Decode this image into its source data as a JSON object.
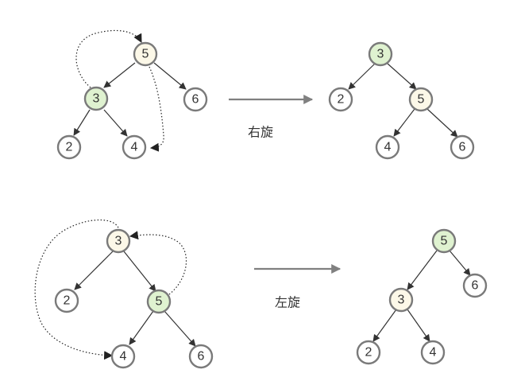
{
  "colors": {
    "node_default": "#ffffff",
    "node_cream": "#fcf8e8",
    "node_green": "#dff2d0",
    "node_border": "#7a7a7a",
    "edge": "#333333",
    "arrow": "#808080"
  },
  "right_rotation": {
    "caption": "右旋",
    "before": {
      "nodes": [
        {
          "label": "5",
          "fill": "cream"
        },
        {
          "label": "3",
          "fill": "green"
        },
        {
          "label": "6",
          "fill": "white"
        },
        {
          "label": "2",
          "fill": "white"
        },
        {
          "label": "4",
          "fill": "white"
        }
      ]
    },
    "after": {
      "nodes": [
        {
          "label": "3",
          "fill": "green"
        },
        {
          "label": "2",
          "fill": "white"
        },
        {
          "label": "5",
          "fill": "cream"
        },
        {
          "label": "4",
          "fill": "white"
        },
        {
          "label": "6",
          "fill": "white"
        }
      ]
    }
  },
  "left_rotation": {
    "caption": "左旋",
    "before": {
      "nodes": [
        {
          "label": "3",
          "fill": "cream"
        },
        {
          "label": "2",
          "fill": "white"
        },
        {
          "label": "5",
          "fill": "green"
        },
        {
          "label": "4",
          "fill": "white"
        },
        {
          "label": "6",
          "fill": "white"
        }
      ]
    },
    "after": {
      "nodes": [
        {
          "label": "5",
          "fill": "green"
        },
        {
          "label": "3",
          "fill": "cream"
        },
        {
          "label": "6",
          "fill": "white"
        },
        {
          "label": "2",
          "fill": "white"
        },
        {
          "label": "4",
          "fill": "white"
        }
      ]
    }
  }
}
